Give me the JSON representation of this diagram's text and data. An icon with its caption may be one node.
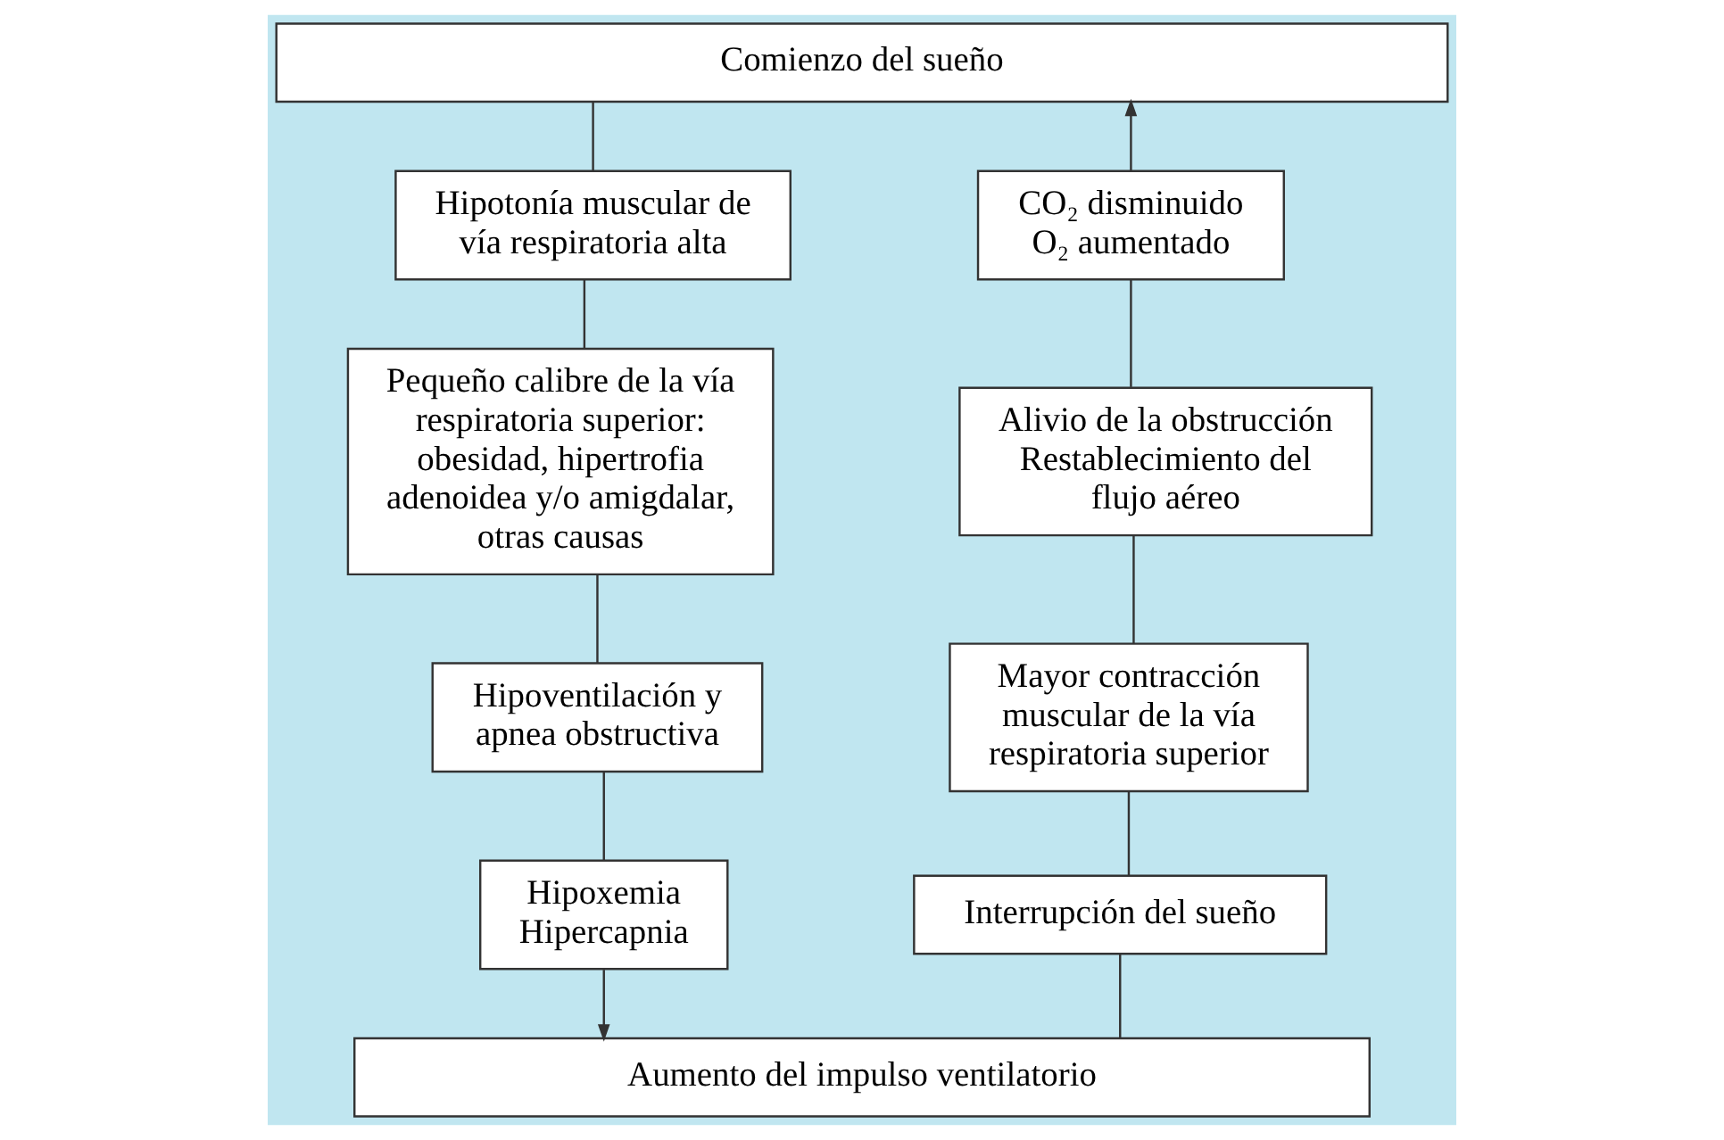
{
  "diagram": {
    "nodes": [
      {
        "text": [
          "Comienzo del sueño"
        ]
      },
      {
        "text": [
          "Hipotonía muscular de vía respiratoria alta"
        ]
      },
      {
        "text": [
          "Pequeño calibre de la vía respiratoria superior: obesidad, hipertrofia adenoidea y/o amigdalar, otras causas"
        ]
      },
      {
        "text": [
          "Hipoventilación y apnea obstructiva"
        ]
      },
      {
        "text": [
          "Hipoxemia Hipercapnia"
        ]
      },
      {
        "text": [
          "Aumento del impulso ventilatorio"
        ]
      },
      {
        "text": [
          "Interrupción del sueño"
        ]
      },
      {
        "text": [
          "Mayor contracción muscular de la vía respiratoria superior"
        ]
      },
      {
        "text": [
          "Alivio de la obstrucción Restablecimiento del flujo aéreo"
        ]
      },
      {
        "text": [
          "CO₂ disminuido O₂ aumentado"
        ]
      }
    ],
    "edges": [
      {
        "from": 0,
        "to": 1,
        "arrow": "none"
      },
      {
        "from": 1,
        "to": 2,
        "arrow": "none"
      },
      {
        "from": 2,
        "to": 3,
        "arrow": "none"
      },
      {
        "from": 3,
        "to": 4,
        "arrow": "none"
      },
      {
        "from": 4,
        "to": 5,
        "arrow": "to"
      },
      {
        "from": 5,
        "to": 6,
        "arrow": "none"
      },
      {
        "from": 6,
        "to": 7,
        "arrow": "none"
      },
      {
        "from": 7,
        "to": 8,
        "arrow": "none"
      },
      {
        "from": 8,
        "to": 9,
        "arrow": "none"
      },
      {
        "from": 9,
        "to": 0,
        "arrow": "to"
      }
    ]
  }
}
